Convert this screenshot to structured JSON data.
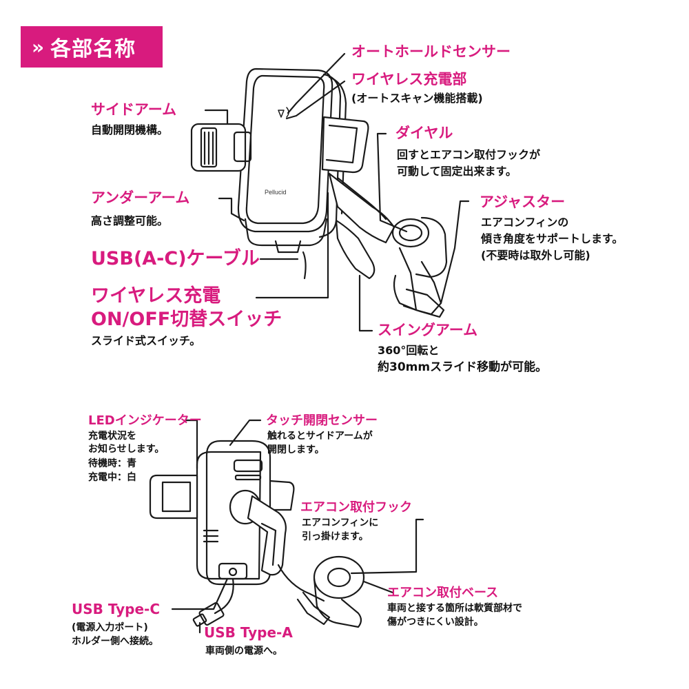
{
  "header": {
    "chevron": "»",
    "title": "各部名称"
  },
  "top": {
    "auto_hold_sensor": {
      "title": "オートホールドセンサー"
    },
    "wireless_charger": {
      "title": "ワイヤレス充電部",
      "desc": "(オートスキャン機能搭載)"
    },
    "side_arm": {
      "title": "サイドアーム",
      "desc": "自動開閉機構。"
    },
    "dial": {
      "title": "ダイヤル",
      "desc1": "回すとエアコン取付フックが",
      "desc2": "可動して固定出来ます。"
    },
    "under_arm": {
      "title": "アンダーアーム",
      "desc": "高さ調整可能。"
    },
    "adjuster": {
      "title": "アジャスター",
      "desc1": "エアコンフィンの",
      "desc2": "傾き角度をサポートします。",
      "desc3": "(不要時は取外し可能)"
    },
    "usb_cable": {
      "title": "USB(A-C)ケーブル"
    },
    "wireless_switch": {
      "title1": "ワイヤレス充電",
      "title2": "ON/OFF切替スイッチ",
      "desc": "スライド式スイッチ。"
    },
    "swing_arm": {
      "title": "スイングアーム",
      "desc1": "360°回転と",
      "desc2": "約30mmスライド移動が可能。"
    }
  },
  "bottom": {
    "led": {
      "title": "LEDインジケーター",
      "desc1": "充電状況を",
      "desc2": "お知らせします。",
      "desc3": "待機時：青",
      "desc4": "充電中：白"
    },
    "touch_sensor": {
      "title": "タッチ開閉センサー",
      "desc1": "触れるとサイドアームが",
      "desc2": "開閉します。"
    },
    "ac_hook": {
      "title": "エアコン取付フック",
      "desc1": "エアコンフィンに",
      "desc2": "引っ掛けます。"
    },
    "ac_base": {
      "title": "エアコン取付ベース",
      "desc1": "車両と接する箇所は軟質部材で",
      "desc2": "傷がつきにくい設計。"
    },
    "usb_c": {
      "title": "USB Type-C",
      "desc1": "(電源入力ポート)",
      "desc2": "ホルダー側へ接続。"
    },
    "usb_a": {
      "title": "USB Type-A",
      "desc": "車両側の電源へ。"
    }
  },
  "device": {
    "brand": "Pellucid"
  },
  "colors": {
    "accent": "#d81b7e",
    "text": "#111111",
    "line": "#1a1a1a"
  }
}
